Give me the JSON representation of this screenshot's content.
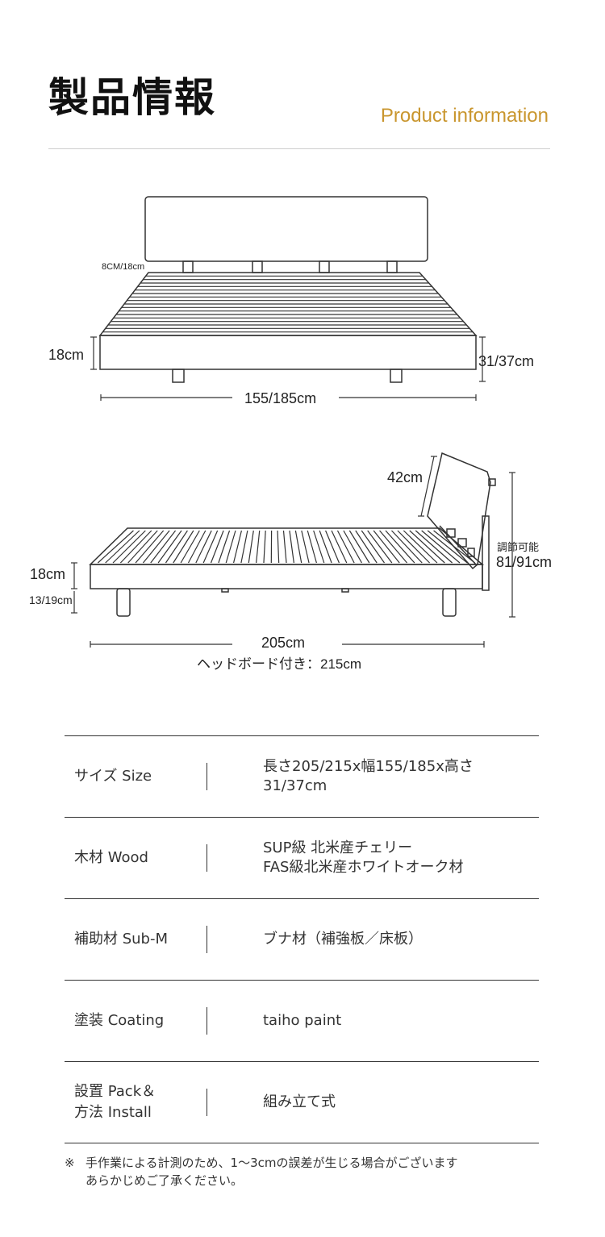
{
  "header": {
    "title_jp": "製品情報",
    "title_en": "Product information"
  },
  "diagram_front": {
    "headboard_gap_label": "8CM/18cm",
    "frame_height_label": "18cm",
    "total_height_label": "31/37cm",
    "width_label": "155/185cm"
  },
  "diagram_side": {
    "headboard_label": "42cm",
    "adjustable_label": "調節可能",
    "adjustable_height_label": "81/91cm",
    "frame_height_label": "18cm",
    "leg_height_label": "13/19cm",
    "length_label": "205cm",
    "length_with_headboard_label": "ヘッドボード付き：215cm"
  },
  "specs": [
    {
      "label": "サイズ Size",
      "value": "長さ205/215x幅155/185x高さ31/37cm"
    },
    {
      "label": "木材 Wood",
      "value": "SUP級 北米産チェリー\nFAS級北米産ホワイトオーク材"
    },
    {
      "label": "補助材 Sub-M",
      "value": "ブナ材（補強板／床板）"
    },
    {
      "label": "塗装 Coating",
      "value": "taiho paint"
    },
    {
      "label": "設置 Pack＆\n方法 Install",
      "value": "組み立て式"
    }
  ],
  "note": {
    "mark": "※",
    "text": "手作業による計測のため、1～3cmの誤差が生じる場合がございます\nあらかじめご了承ください。"
  },
  "colors": {
    "accent": "#c9962e",
    "line": "#333333"
  }
}
